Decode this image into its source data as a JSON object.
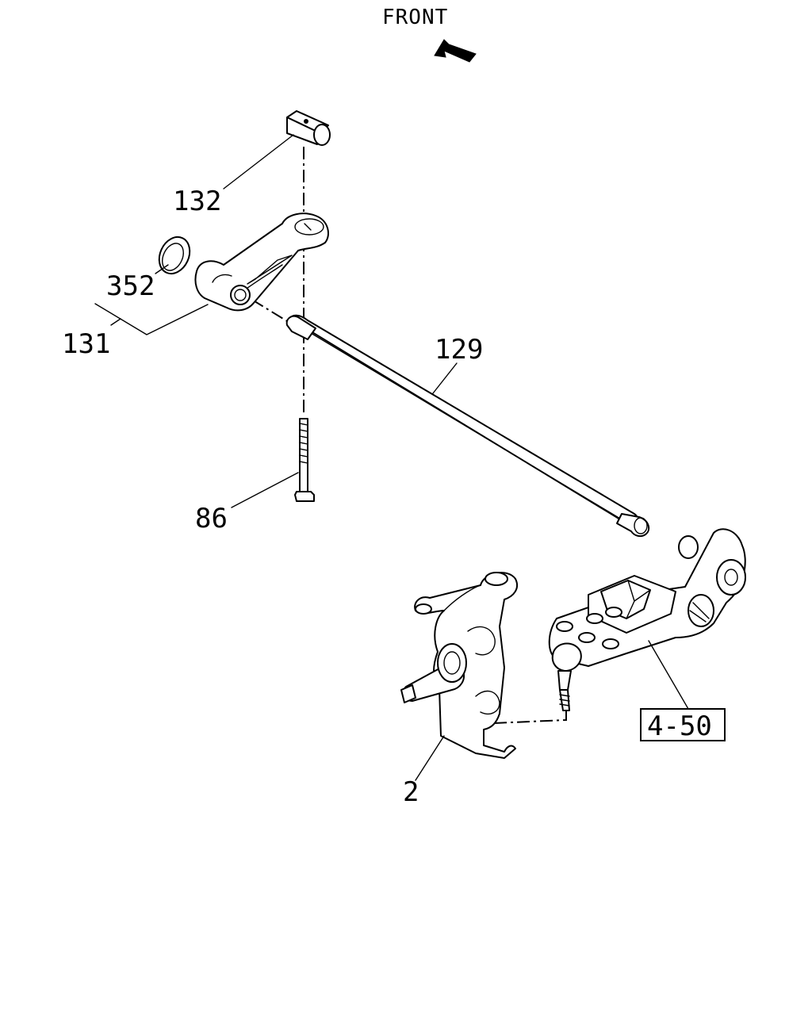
{
  "diagram": {
    "direction_label": "FRONT",
    "direction_icon": "arrow-up-left-icon",
    "callouts": {
      "c132": "132",
      "c352": "352",
      "c131": "131",
      "c129": "129",
      "c86": "86",
      "c2": "2",
      "c4_50": "4-50"
    }
  }
}
